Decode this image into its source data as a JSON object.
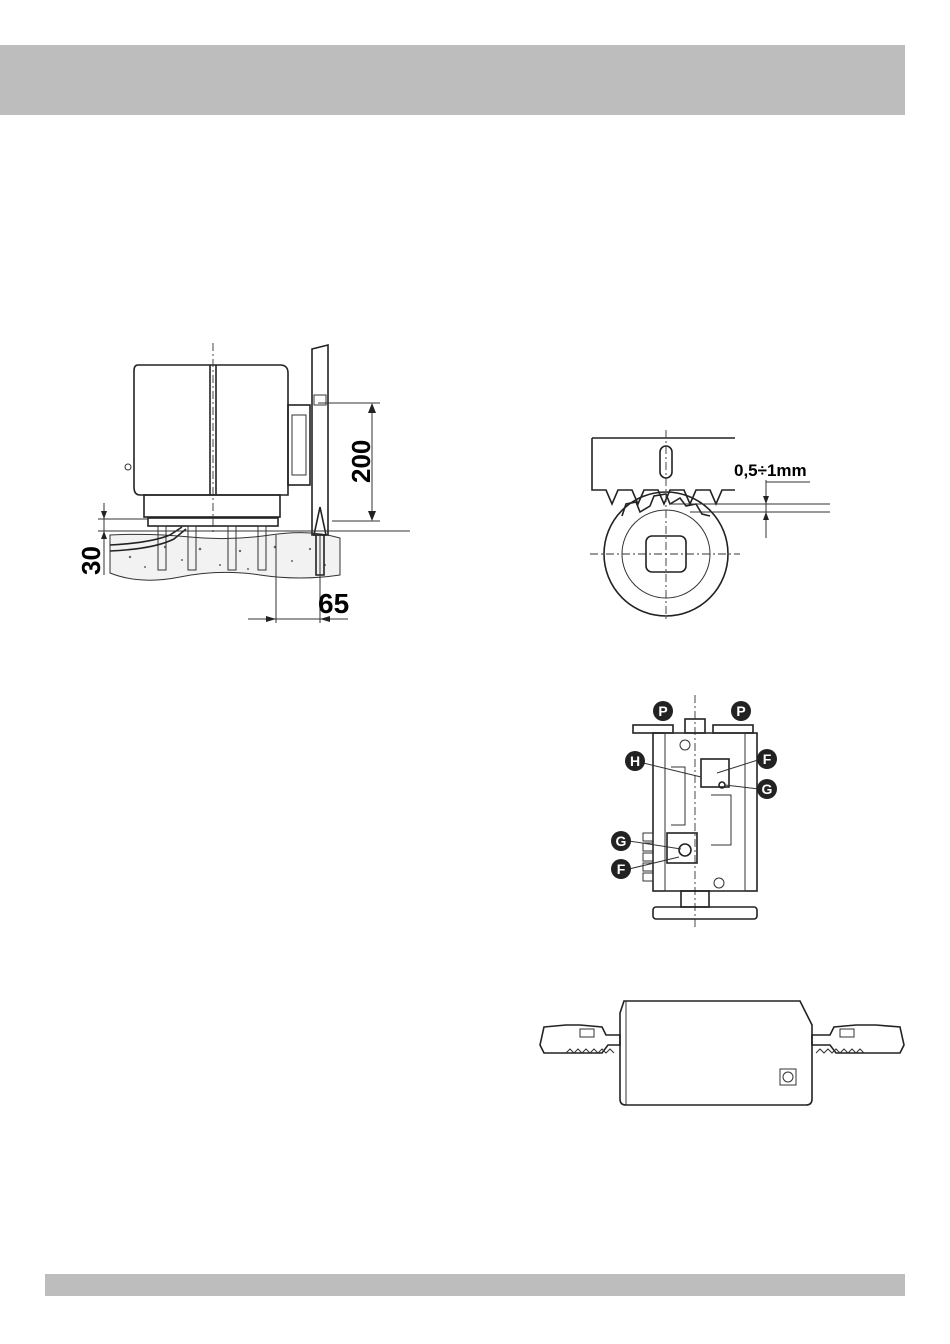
{
  "figure1": {
    "dim_height": "200",
    "dim_depth": "30",
    "dim_offset": "65"
  },
  "figure2": {
    "gap_label": "0,5÷1mm"
  },
  "figure3": {
    "marker_p": "P",
    "marker_h": "H",
    "marker_f": "F",
    "marker_g": "G"
  },
  "colors": {
    "band": "#bdbdbd",
    "line": "#222222",
    "marker_fill": "#222222"
  }
}
